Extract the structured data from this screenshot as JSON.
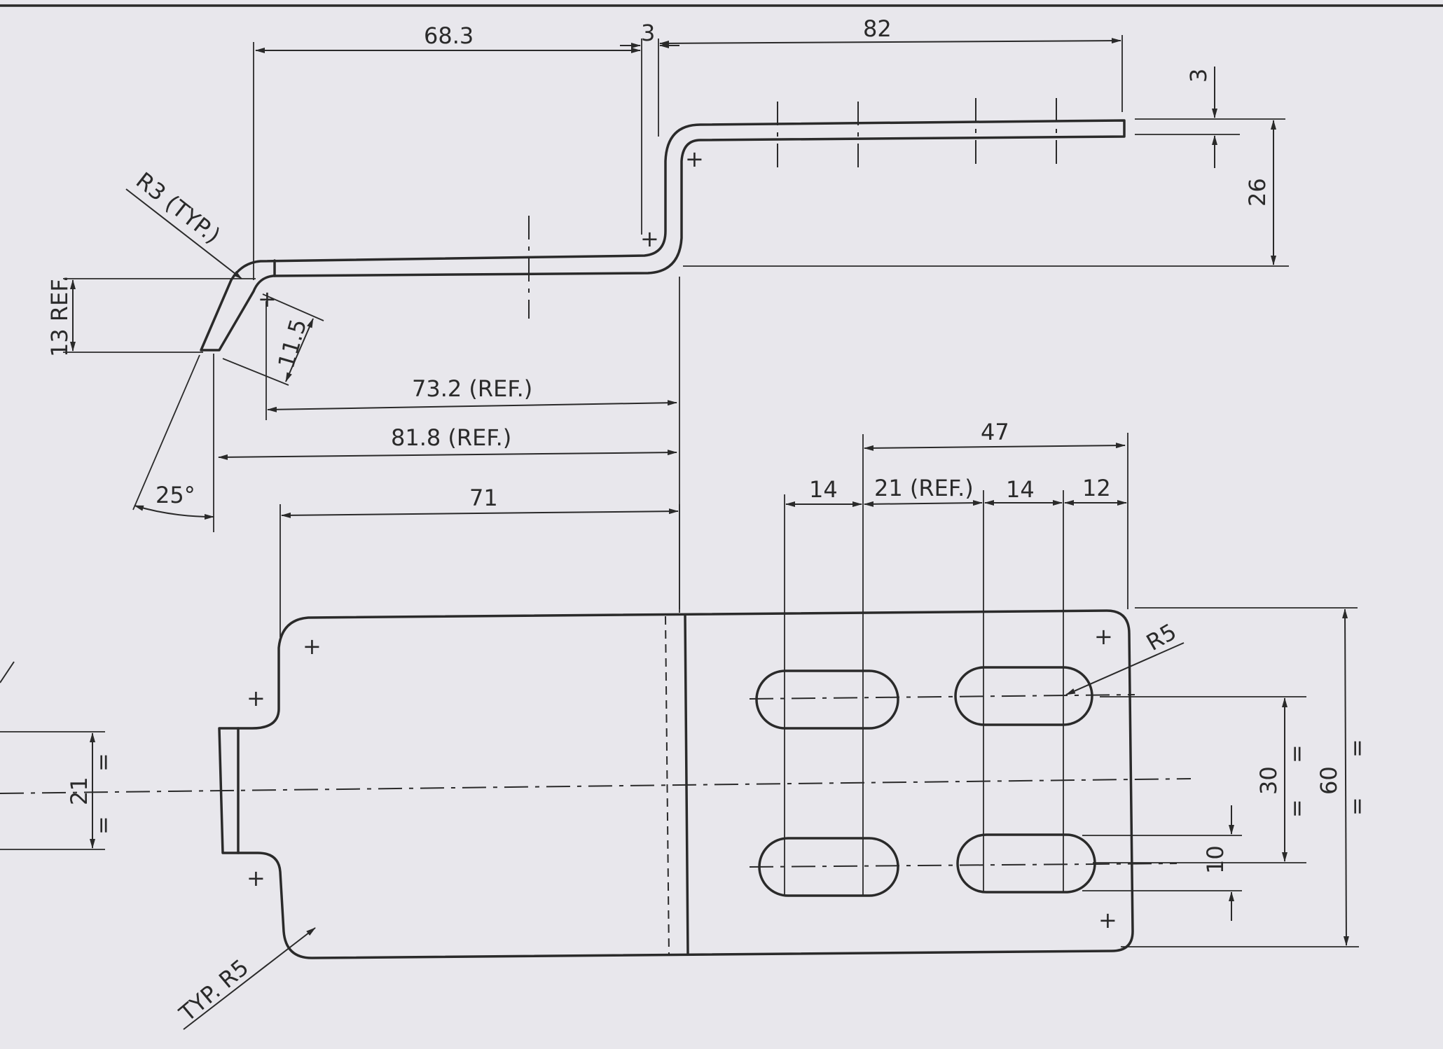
{
  "dimensions": {
    "d_68_3": "68.3",
    "d_3_top": "3",
    "d_82": "82",
    "d_3_right": "3",
    "d_26": "26",
    "d_r3": "R3 (TYP.)",
    "d_13ref": "13 REF.",
    "d_11_5": "11.5",
    "d_73_2": "73.2 (REF.)",
    "d_81_8": "81.8 (REF.)",
    "d_25deg": "25°",
    "d_71": "71",
    "d_47": "47",
    "d_14_a": "14",
    "d_21ref": "21 (REF.)",
    "d_14_b": "14",
    "d_12": "12",
    "d_r5": "R5",
    "d_30": "30",
    "d_60": "60",
    "d_10": "10",
    "d_21": "21",
    "d_typr5": "TYP. R5",
    "eq": "="
  },
  "colors": {
    "ink": "#2a2a2a",
    "paper": "#e8e7ec"
  }
}
